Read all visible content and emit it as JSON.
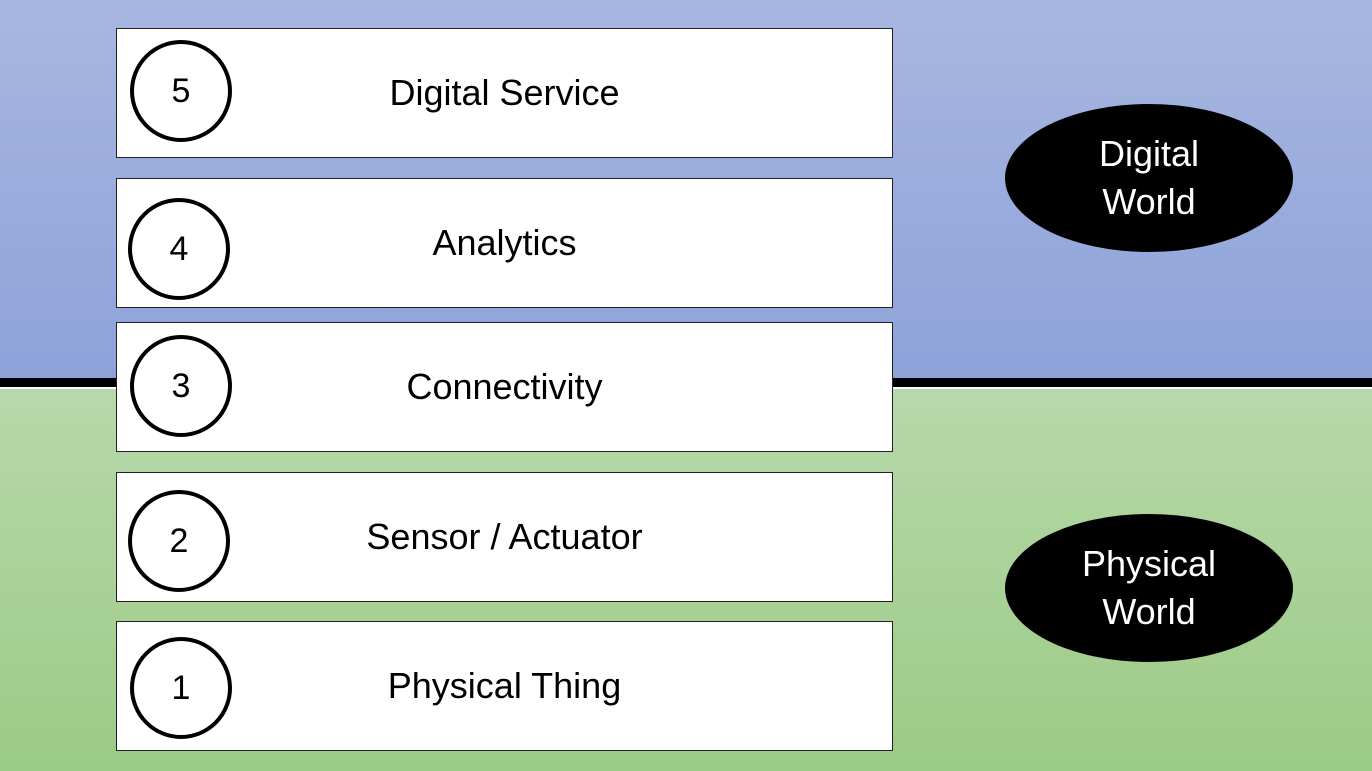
{
  "layers": [
    {
      "number": "5",
      "label": "Digital Service"
    },
    {
      "number": "4",
      "label": "Analytics"
    },
    {
      "number": "3",
      "label": "Connectivity"
    },
    {
      "number": "2",
      "label": "Sensor / Actuator"
    },
    {
      "number": "1",
      "label": "Physical Thing"
    }
  ],
  "worlds": {
    "digital": {
      "line1": "Digital",
      "line2": "World"
    },
    "physical": {
      "line1": "Physical",
      "line2": "World"
    }
  },
  "colors": {
    "digital_bg_top": "#a8b7e1",
    "digital_bg_bottom": "#8da2d9",
    "physical_bg_top": "#b7d8ab",
    "physical_bg_bottom": "#9ccb85",
    "divider": "#000000",
    "ellipse": "#000000"
  }
}
